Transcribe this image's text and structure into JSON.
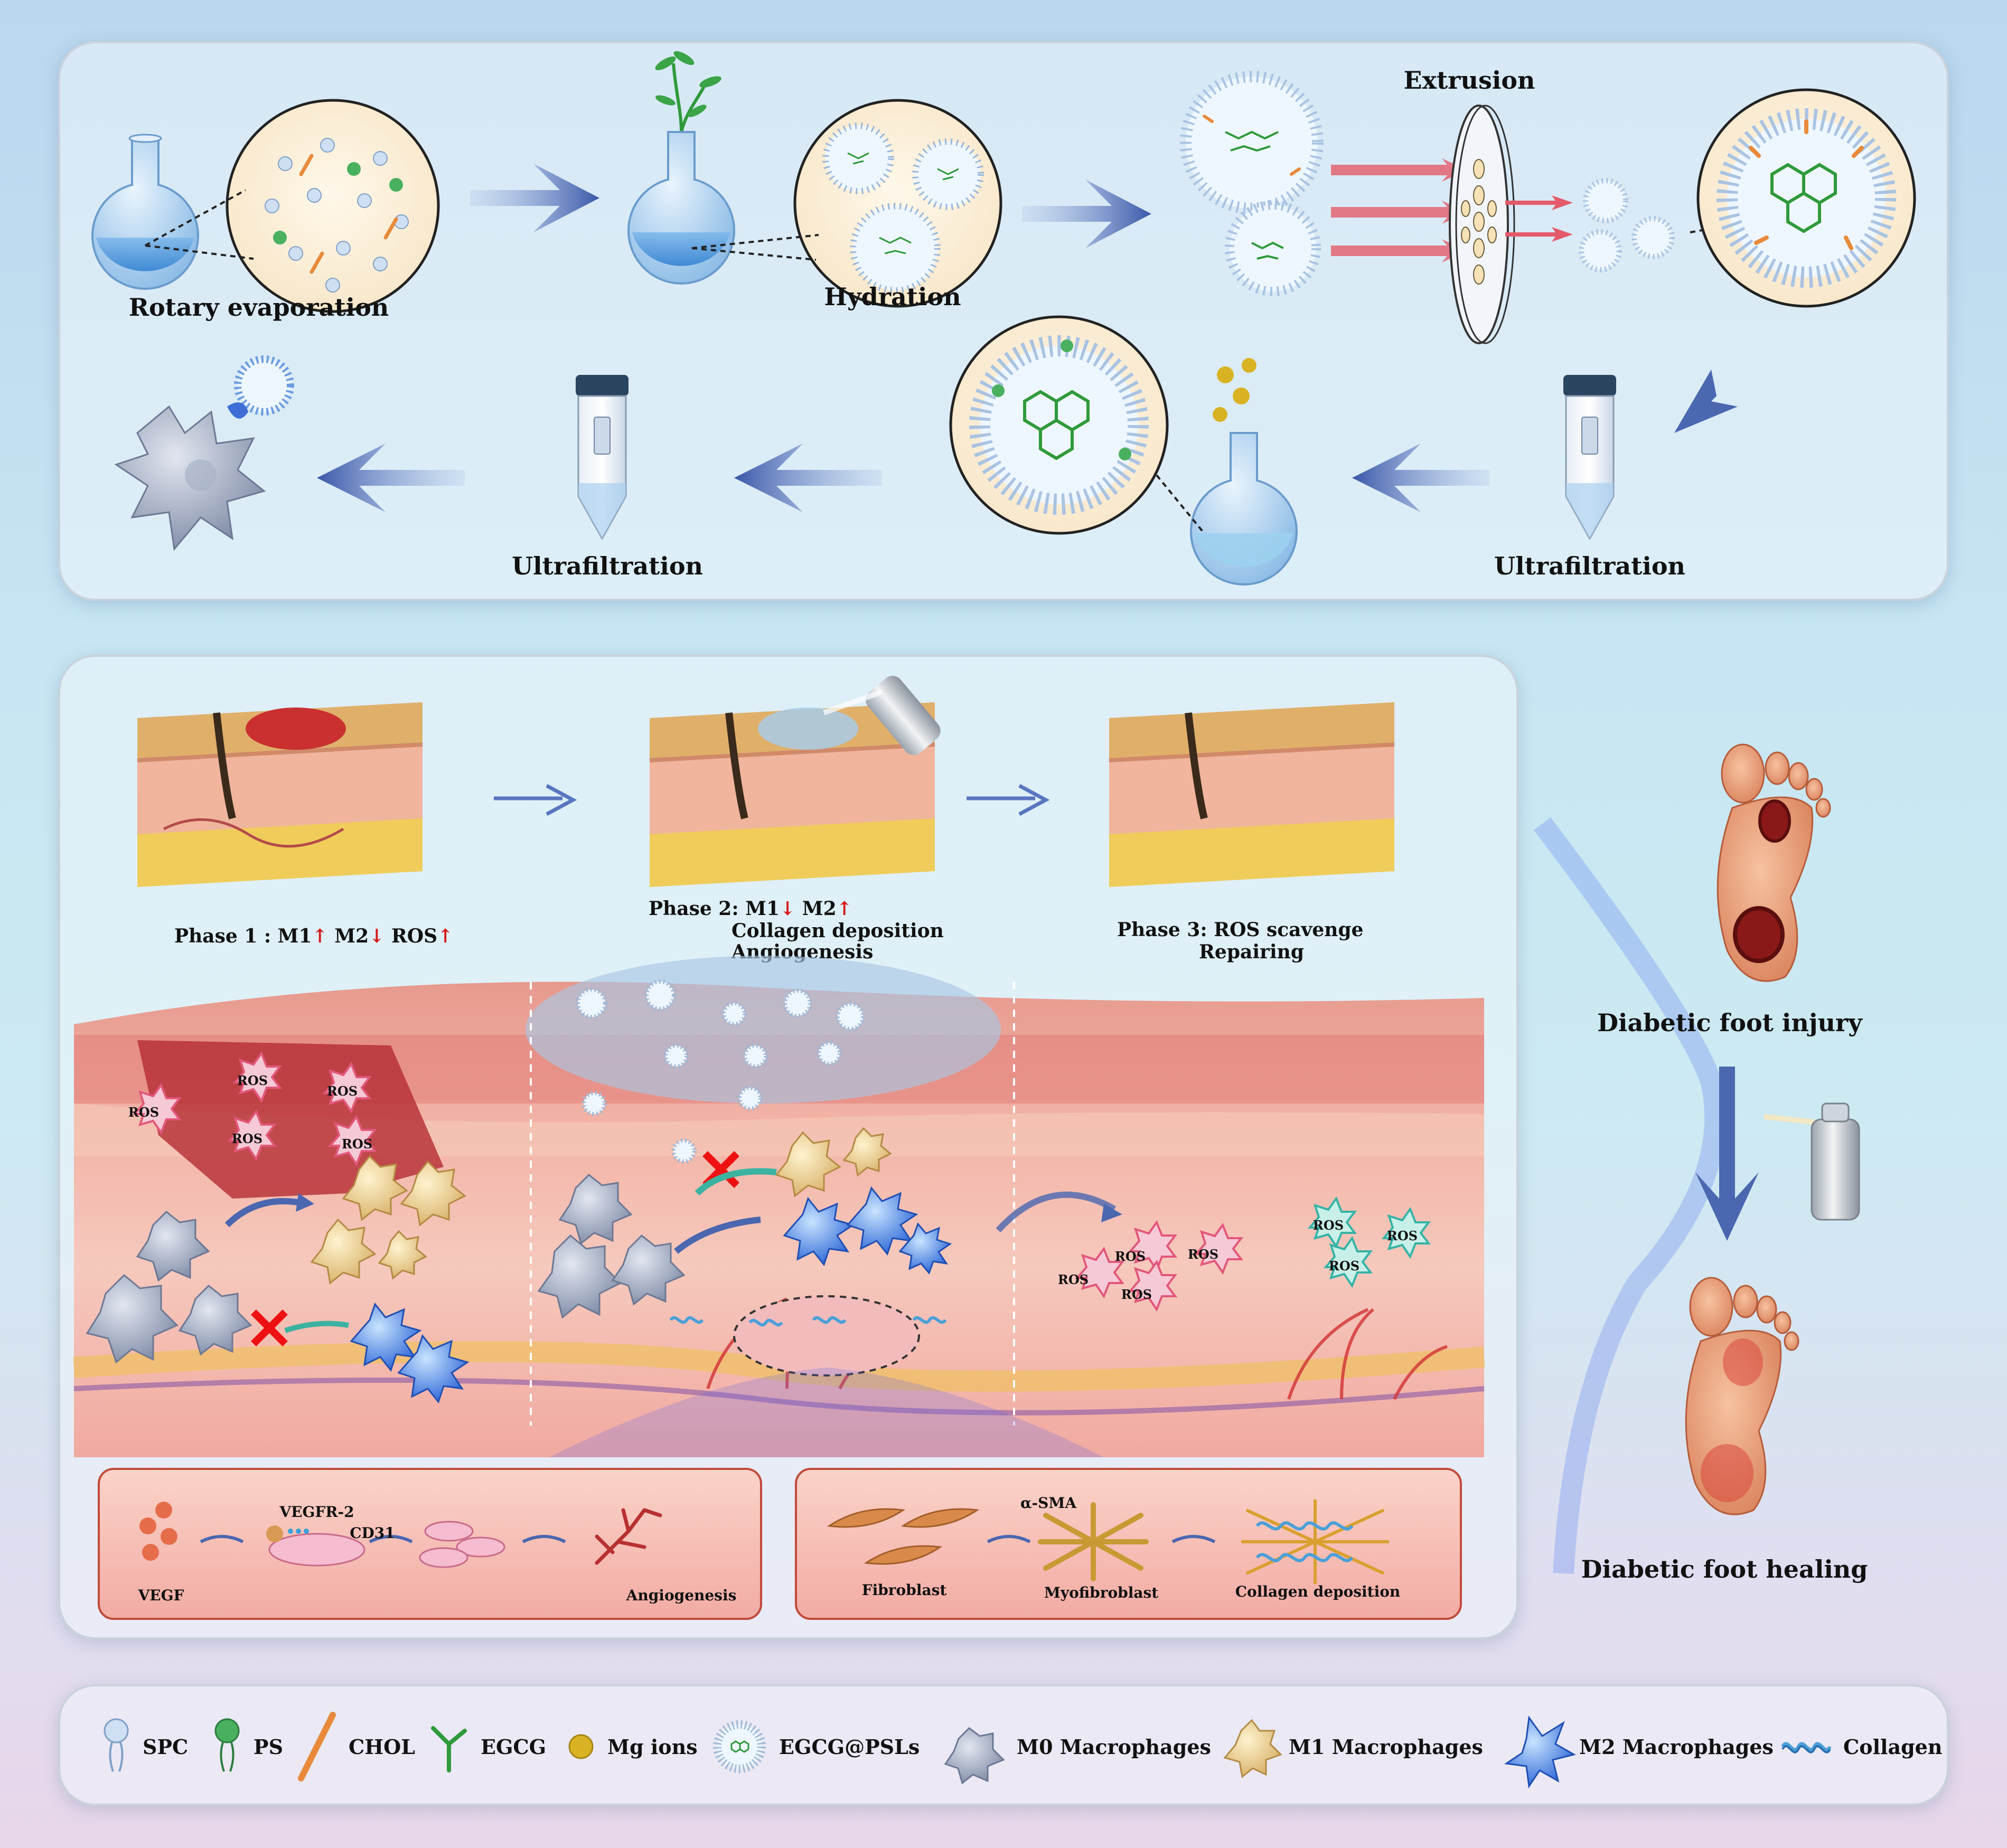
{
  "colors": {
    "arrow_blue": "#4a67b0",
    "lipid_blue": "#cfe0f4",
    "ps_green": "#3faa5a",
    "chol_orange": "#e88a3a",
    "egcg_green": "#2f9a3a",
    "mg_gold": "#d9b323",
    "ros_pink": "#e2577a",
    "ros_teal": "#35b3a6",
    "skin_red": "#c73a3a",
    "cross_red": "#e11"
  },
  "icons": [
    "flask-icon",
    "liposome-icon",
    "membrane-filter-icon",
    "centrifuge-tube-icon",
    "macrophage-icon",
    "spray-can-icon",
    "foot-icon",
    "ros-star-icon",
    "cross-icon"
  ],
  "preparation": {
    "rotary": "Rotary evaporation",
    "hydration": "Hydration",
    "extrusion": "Extrusion",
    "ultrafiltration_right": "Ultrafiltration",
    "ultrafiltration_left": "Ultrafiltration"
  },
  "healing": {
    "phase1": {
      "prefix": "Phase 1 : M1",
      "a1": "↑",
      "m2": " M2",
      "a2": "↓",
      "ros": " ROS",
      "a3": "↑"
    },
    "phase2": {
      "prefix": "Phase 2: M1",
      "a1": "↓",
      "m2": " M2",
      "a2": "↑",
      "line2": "Collagen deposition",
      "line3": "Angiogenesis"
    },
    "phase3": {
      "line1": "Phase 3: ROS scavenge",
      "line2": "Repairing"
    },
    "ros": "ROS"
  },
  "angio_box": {
    "vegf": "VEGF",
    "vegfr2": "VEGFR-2",
    "cd31": "CD31",
    "angiogenesis": "Angiogenesis"
  },
  "collagen_box": {
    "fibroblast": "Fibroblast",
    "asma": "α-SMA",
    "myofibroblast": "Myofibroblast",
    "collagen_deposition": "Collagen deposition"
  },
  "foot": {
    "injury": "Diabetic foot injury",
    "healing": "Diabetic foot healing"
  },
  "legend": [
    {
      "icon": "spc-icon",
      "label": "SPC"
    },
    {
      "icon": "ps-icon",
      "label": "PS"
    },
    {
      "icon": "chol-icon",
      "label": "CHOL"
    },
    {
      "icon": "egcg-icon",
      "label": "EGCG"
    },
    {
      "icon": "mg-ions-icon",
      "label": "Mg ions"
    },
    {
      "icon": "egcg-psls-icon",
      "label": "EGCG@PSLs"
    },
    {
      "icon": "m0-macrophage-icon",
      "label": "M0 Macrophages"
    },
    {
      "icon": "m1-macrophage-icon",
      "label": "M1 Macrophages"
    },
    {
      "icon": "m2-macrophage-icon",
      "label": "M2 Macrophages"
    },
    {
      "icon": "collagen-icon",
      "label": "Collagen"
    }
  ]
}
